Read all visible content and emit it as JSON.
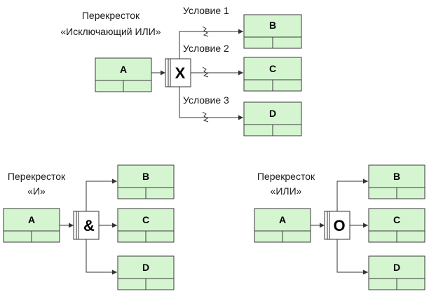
{
  "colors": {
    "box_fill": "#d4f5d0",
    "box_stroke": "#3a3a3a",
    "line": "#333333",
    "junction_fill": "#ffffff"
  },
  "diagrams": {
    "xor": {
      "caption_line1": "Перекресток",
      "caption_line2": "«Исключающий ИЛИ»",
      "source": "A",
      "junction": "X",
      "targets": [
        "B",
        "C",
        "D"
      ],
      "conditions": [
        "Условие 1",
        "Условие 2",
        "Условие 3"
      ]
    },
    "and": {
      "caption_line1": "Перекресток",
      "caption_line2": "«И»",
      "source": "A",
      "junction": "&",
      "targets": [
        "B",
        "C",
        "D"
      ]
    },
    "or": {
      "caption_line1": "Перекресток",
      "caption_line2": "«ИЛИ»",
      "source": "A",
      "junction": "O",
      "targets": [
        "B",
        "C",
        "D"
      ]
    }
  }
}
